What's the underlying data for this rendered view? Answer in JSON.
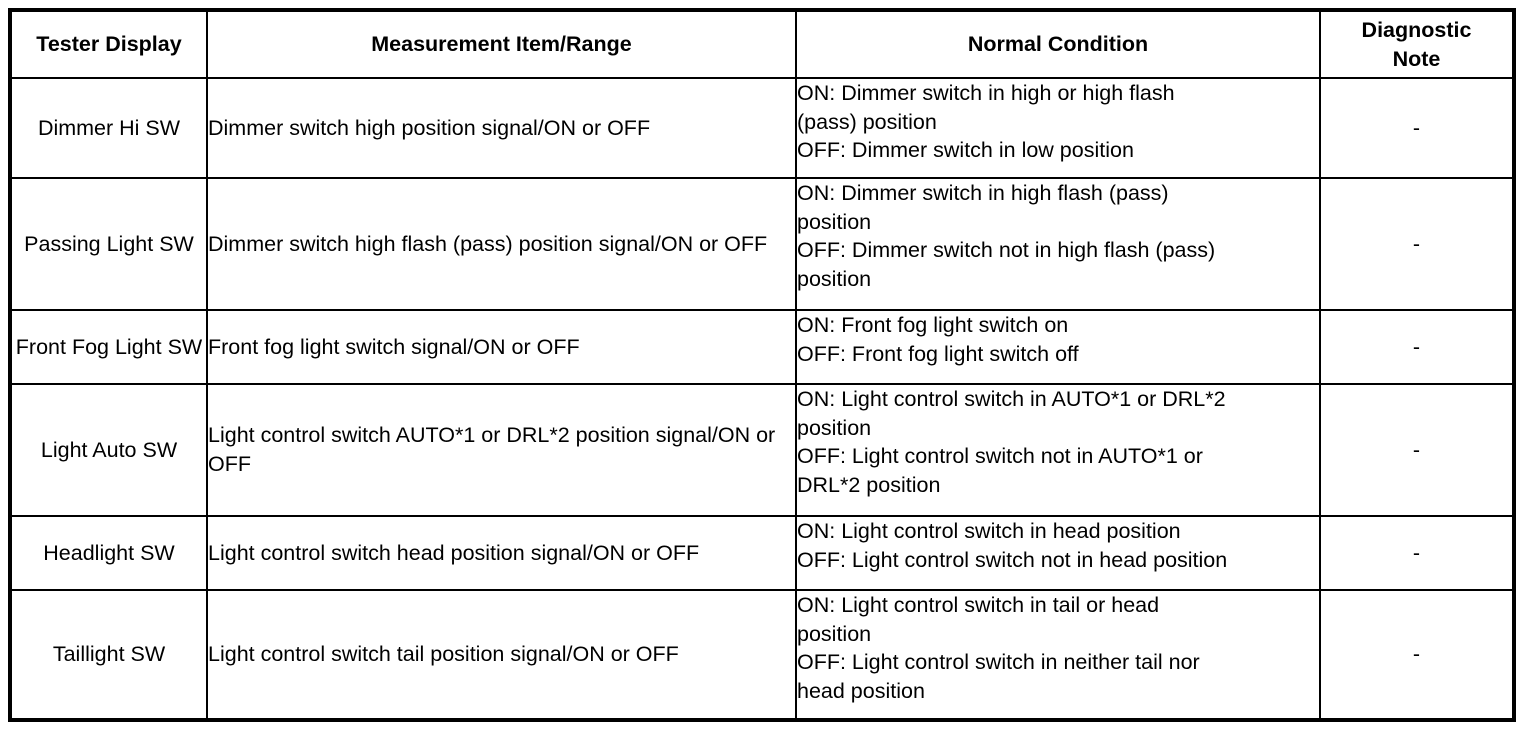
{
  "table": {
    "columns": [
      {
        "key": "tester_display",
        "label": "Tester Display"
      },
      {
        "key": "measurement_item_range",
        "label": "Measurement Item/Range"
      },
      {
        "key": "normal_condition",
        "label": "Normal Condition"
      },
      {
        "key": "diagnostic_note",
        "label": "Diagnostic\nNote"
      }
    ],
    "column_labels": {
      "tester_display": "Tester Display",
      "measurement_item_range": "Measurement Item/Range",
      "normal_condition": "Normal Condition",
      "diagnostic_note_line1": "Diagnostic",
      "diagnostic_note_line2": "Note"
    },
    "rows": [
      {
        "tester_display": "Dimmer Hi SW",
        "measurement_item_range": "Dimmer switch high position signal/ON or OFF",
        "normal_condition_lines": [
          "ON: Dimmer switch in high or high flash",
          "(pass) position",
          "OFF: Dimmer switch in low position"
        ],
        "diagnostic_note": "-"
      },
      {
        "tester_display": "Passing Light SW",
        "measurement_item_range": "Dimmer switch high flash (pass) position signal/ON or OFF",
        "normal_condition_lines": [
          "ON: Dimmer switch in high flash (pass)",
          "position",
          "OFF: Dimmer switch not in high flash (pass)",
          "position"
        ],
        "diagnostic_note": "-"
      },
      {
        "tester_display": "Front Fog Light SW",
        "measurement_item_range": "Front fog light switch signal/ON or OFF",
        "normal_condition_lines": [
          "ON: Front fog light switch on",
          "OFF: Front fog light switch off"
        ],
        "diagnostic_note": "-"
      },
      {
        "tester_display": "Light Auto SW",
        "measurement_item_range": "Light control switch AUTO*1 or DRL*2 position signal/ON or OFF",
        "normal_condition_lines": [
          "ON: Light control switch in AUTO*1 or DRL*2",
          "position",
          "OFF: Light control switch not in AUTO*1 or",
          "DRL*2 position"
        ],
        "diagnostic_note": "-"
      },
      {
        "tester_display": "Headlight SW",
        "measurement_item_range": "Light control switch head position signal/ON or OFF",
        "normal_condition_lines": [
          "ON: Light control switch in head position",
          "OFF: Light control switch not in head position"
        ],
        "diagnostic_note": "-"
      },
      {
        "tester_display": "Taillight SW",
        "measurement_item_range": "Light control switch tail position signal/ON or OFF",
        "normal_condition_lines": [
          "ON: Light control switch in tail or head",
          "position",
          "OFF: Light control switch in neither tail nor",
          "head position"
        ],
        "diagnostic_note": "-"
      }
    ]
  },
  "colors": {
    "border": "#000000",
    "text": "#000000",
    "background": "#ffffff"
  }
}
